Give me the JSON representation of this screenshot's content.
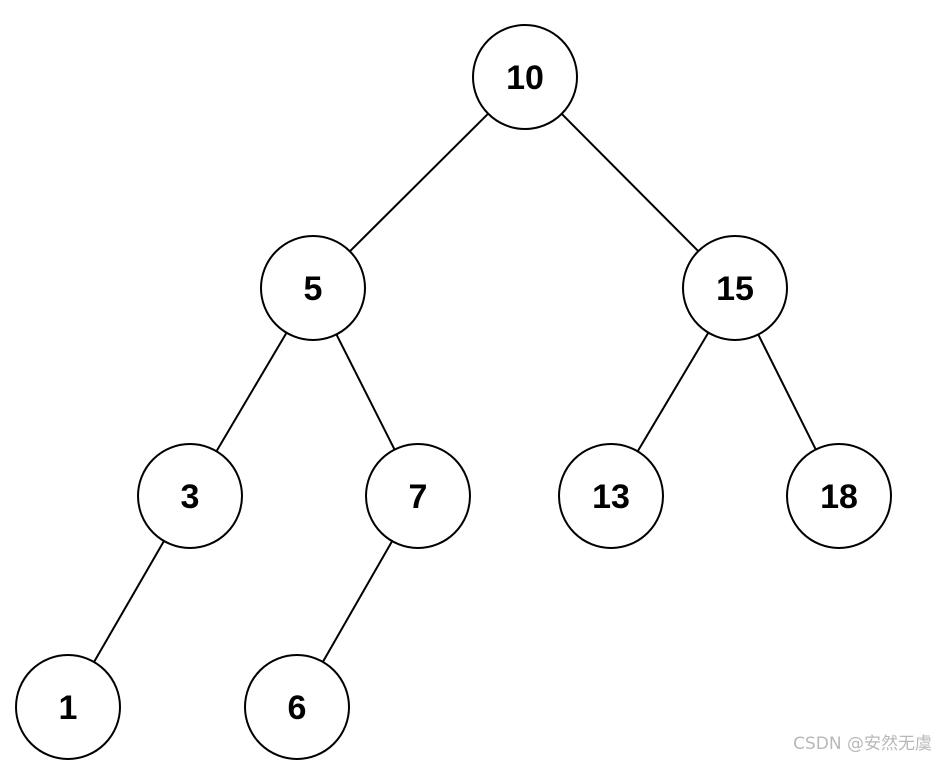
{
  "tree": {
    "nodes": [
      {
        "id": "n10",
        "label": "10"
      },
      {
        "id": "n5",
        "label": "5"
      },
      {
        "id": "n15",
        "label": "15"
      },
      {
        "id": "n3",
        "label": "3"
      },
      {
        "id": "n7",
        "label": "7"
      },
      {
        "id": "n13",
        "label": "13"
      },
      {
        "id": "n18",
        "label": "18"
      },
      {
        "id": "n1",
        "label": "1"
      },
      {
        "id": "n6",
        "label": "6"
      }
    ],
    "edges": [
      {
        "from": "n10",
        "to": "n5"
      },
      {
        "from": "n10",
        "to": "n15"
      },
      {
        "from": "n5",
        "to": "n3"
      },
      {
        "from": "n5",
        "to": "n7"
      },
      {
        "from": "n15",
        "to": "n13"
      },
      {
        "from": "n15",
        "to": "n18"
      },
      {
        "from": "n3",
        "to": "n1"
      },
      {
        "from": "n7",
        "to": "n6"
      }
    ]
  },
  "watermark": "CSDN @安然无虞"
}
